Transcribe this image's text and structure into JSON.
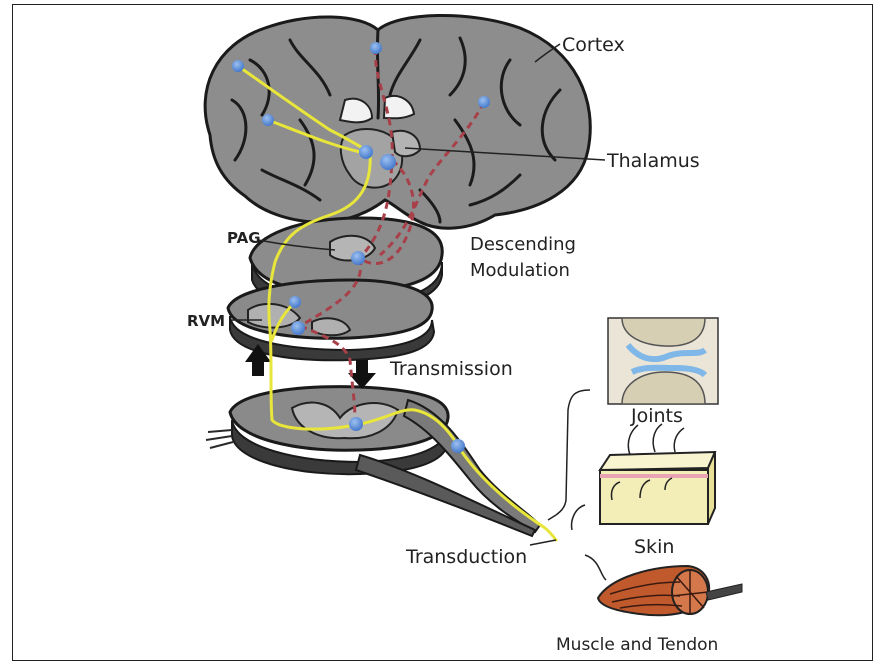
{
  "labels": {
    "cortex": "Cortex",
    "thalamus": "Thalamus",
    "pag": "PAG",
    "descending_modulation_line1": "Descending",
    "descending_modulation_line2": "Modulation",
    "rvm": "RVM",
    "transmission": "Transmission",
    "joints": "Joints",
    "skin": "Skin",
    "transduction": "Transduction",
    "muscle_and_tendon": "Muscle and Tendon"
  },
  "colors": {
    "ascending_pathway": "#e8e63a",
    "descending_pathway": "#a8404a",
    "neuron_node": "#4d86d9",
    "brain_tissue": "#8a8a8a",
    "brain_outline": "#1a1a1a",
    "muscle": "#c05a2c",
    "skin": "#f3eeb8"
  }
}
